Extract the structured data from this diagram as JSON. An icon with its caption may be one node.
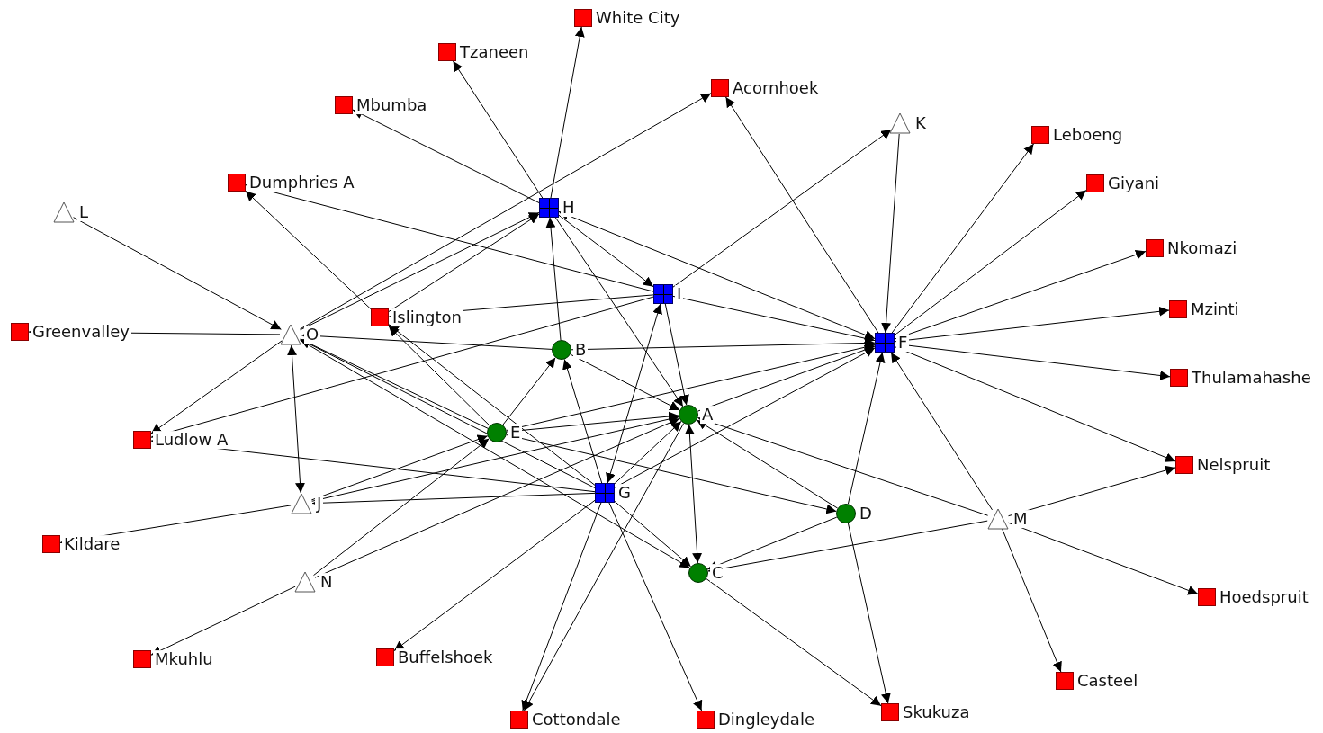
{
  "diagram": {
    "nodes": [
      {
        "text": [
          "White City"
        ]
      },
      {
        "text": [
          "Tzaneen"
        ]
      },
      {
        "text": [
          "Mbumba"
        ]
      },
      {
        "text": [
          "Acornhoek"
        ]
      },
      {
        "text": [
          "K"
        ]
      },
      {
        "text": [
          "Leboeng"
        ]
      },
      {
        "text": [
          "Dumphries A"
        ]
      },
      {
        "text": [
          "Giyani"
        ]
      },
      {
        "text": [
          "L"
        ]
      },
      {
        "text": [
          "H"
        ]
      },
      {
        "text": [
          "Nkomazi"
        ]
      },
      {
        "text": [
          "I"
        ]
      },
      {
        "text": [
          "Mzinti"
        ]
      },
      {
        "text": [
          "Islington"
        ]
      },
      {
        "text": [
          "Greenvalley"
        ]
      },
      {
        "text": [
          "O"
        ]
      },
      {
        "text": [
          "B"
        ]
      },
      {
        "text": [
          "F"
        ]
      },
      {
        "text": [
          "Thulamahashe"
        ]
      },
      {
        "text": [
          "A"
        ]
      },
      {
        "text": [
          "Ludlow A"
        ]
      },
      {
        "text": [
          "E"
        ]
      },
      {
        "text": [
          "Nelspruit"
        ]
      },
      {
        "text": [
          "G"
        ]
      },
      {
        "text": [
          "J"
        ]
      },
      {
        "text": [
          "D"
        ]
      },
      {
        "text": [
          "M"
        ]
      },
      {
        "text": [
          "Kildare"
        ]
      },
      {
        "text": [
          "C"
        ]
      },
      {
        "text": [
          "N"
        ]
      },
      {
        "text": [
          "Hoedspruit"
        ]
      },
      {
        "text": [
          "Mkuhlu"
        ]
      },
      {
        "text": [
          "Buffelshoek"
        ]
      },
      {
        "text": [
          "Casteel"
        ]
      },
      {
        "text": [
          "Skukuza"
        ]
      },
      {
        "text": [
          "Cottondale"
        ]
      },
      {
        "text": [
          "Dingleydale"
        ]
      }
    ],
    "edges": [
      {
        "from": 9,
        "to": 0,
        "arrow": "to"
      },
      {
        "from": 9,
        "to": 1,
        "arrow": "to"
      },
      {
        "from": 9,
        "to": 2,
        "arrow": "to"
      },
      {
        "from": 9,
        "to": 11,
        "arrow": "to"
      },
      {
        "from": 9,
        "to": 19,
        "arrow": "to"
      },
      {
        "from": 9,
        "to": 17,
        "arrow": "both"
      },
      {
        "from": 15,
        "to": 3,
        "arrow": "to"
      },
      {
        "from": 15,
        "to": 9,
        "arrow": "to"
      },
      {
        "from": 13,
        "to": 9,
        "arrow": "to"
      },
      {
        "from": 11,
        "to": 6,
        "arrow": "to"
      },
      {
        "from": 13,
        "to": 6,
        "arrow": "to"
      },
      {
        "from": 11,
        "to": 13,
        "arrow": "to"
      },
      {
        "from": 21,
        "to": 13,
        "arrow": "to"
      },
      {
        "from": 23,
        "to": 13,
        "arrow": "to"
      },
      {
        "from": 11,
        "to": 4,
        "arrow": "to"
      },
      {
        "from": 4,
        "to": 17,
        "arrow": "to"
      },
      {
        "from": 17,
        "to": 3,
        "arrow": "to"
      },
      {
        "from": 17,
        "to": 5,
        "arrow": "to"
      },
      {
        "from": 17,
        "to": 7,
        "arrow": "to"
      },
      {
        "from": 17,
        "to": 10,
        "arrow": "to"
      },
      {
        "from": 17,
        "to": 12,
        "arrow": "to"
      },
      {
        "from": 17,
        "to": 18,
        "arrow": "to"
      },
      {
        "from": 17,
        "to": 22,
        "arrow": "to"
      },
      {
        "from": 8,
        "to": 15,
        "arrow": "to"
      },
      {
        "from": 15,
        "to": 14,
        "arrow": "to"
      },
      {
        "from": 16,
        "to": 15,
        "arrow": "to"
      },
      {
        "from": 16,
        "to": 17,
        "arrow": "to"
      },
      {
        "from": 16,
        "to": 9,
        "arrow": "to"
      },
      {
        "from": 16,
        "to": 19,
        "arrow": "to"
      },
      {
        "from": 21,
        "to": 16,
        "arrow": "to"
      },
      {
        "from": 23,
        "to": 16,
        "arrow": "to"
      },
      {
        "from": 15,
        "to": 24,
        "arrow": "both"
      },
      {
        "from": 15,
        "to": 20,
        "arrow": "to"
      },
      {
        "from": 11,
        "to": 20,
        "arrow": "to"
      },
      {
        "from": 23,
        "to": 20,
        "arrow": "to"
      },
      {
        "from": 21,
        "to": 15,
        "arrow": "to"
      },
      {
        "from": 23,
        "to": 15,
        "arrow": "to"
      },
      {
        "from": 15,
        "to": 28,
        "arrow": "to"
      },
      {
        "from": 21,
        "to": 19,
        "arrow": "to"
      },
      {
        "from": 21,
        "to": 25,
        "arrow": "to"
      },
      {
        "from": 21,
        "to": 17,
        "arrow": "to"
      },
      {
        "from": 24,
        "to": 21,
        "arrow": "to"
      },
      {
        "from": 29,
        "to": 21,
        "arrow": "to"
      },
      {
        "from": 24,
        "to": 19,
        "arrow": "to"
      },
      {
        "from": 23,
        "to": 24,
        "arrow": "to"
      },
      {
        "from": 24,
        "to": 27,
        "arrow": "to"
      },
      {
        "from": 29,
        "to": 19,
        "arrow": "to"
      },
      {
        "from": 29,
        "to": 31,
        "arrow": "to"
      },
      {
        "from": 23,
        "to": 19,
        "arrow": "to"
      },
      {
        "from": 23,
        "to": 17,
        "arrow": "to"
      },
      {
        "from": 23,
        "to": 11,
        "arrow": "both"
      },
      {
        "from": 23,
        "to": 28,
        "arrow": "to"
      },
      {
        "from": 23,
        "to": 35,
        "arrow": "to"
      },
      {
        "from": 23,
        "to": 36,
        "arrow": "to"
      },
      {
        "from": 23,
        "to": 32,
        "arrow": "to"
      },
      {
        "from": 19,
        "to": 35,
        "arrow": "to"
      },
      {
        "from": 19,
        "to": 28,
        "arrow": "both"
      },
      {
        "from": 11,
        "to": 19,
        "arrow": "to"
      },
      {
        "from": 11,
        "to": 17,
        "arrow": "to"
      },
      {
        "from": 25,
        "to": 19,
        "arrow": "to"
      },
      {
        "from": 25,
        "to": 17,
        "arrow": "to"
      },
      {
        "from": 25,
        "to": 28,
        "arrow": "to"
      },
      {
        "from": 25,
        "to": 34,
        "arrow": "to"
      },
      {
        "from": 28,
        "to": 34,
        "arrow": "to"
      },
      {
        "from": 26,
        "to": 19,
        "arrow": "to"
      },
      {
        "from": 26,
        "to": 17,
        "arrow": "to"
      },
      {
        "from": 26,
        "to": 28,
        "arrow": "to"
      },
      {
        "from": 26,
        "to": 22,
        "arrow": "to"
      },
      {
        "from": 26,
        "to": 30,
        "arrow": "to"
      },
      {
        "from": 26,
        "to": 33,
        "arrow": "to"
      },
      {
        "from": 19,
        "to": 17,
        "arrow": "to"
      }
    ]
  }
}
